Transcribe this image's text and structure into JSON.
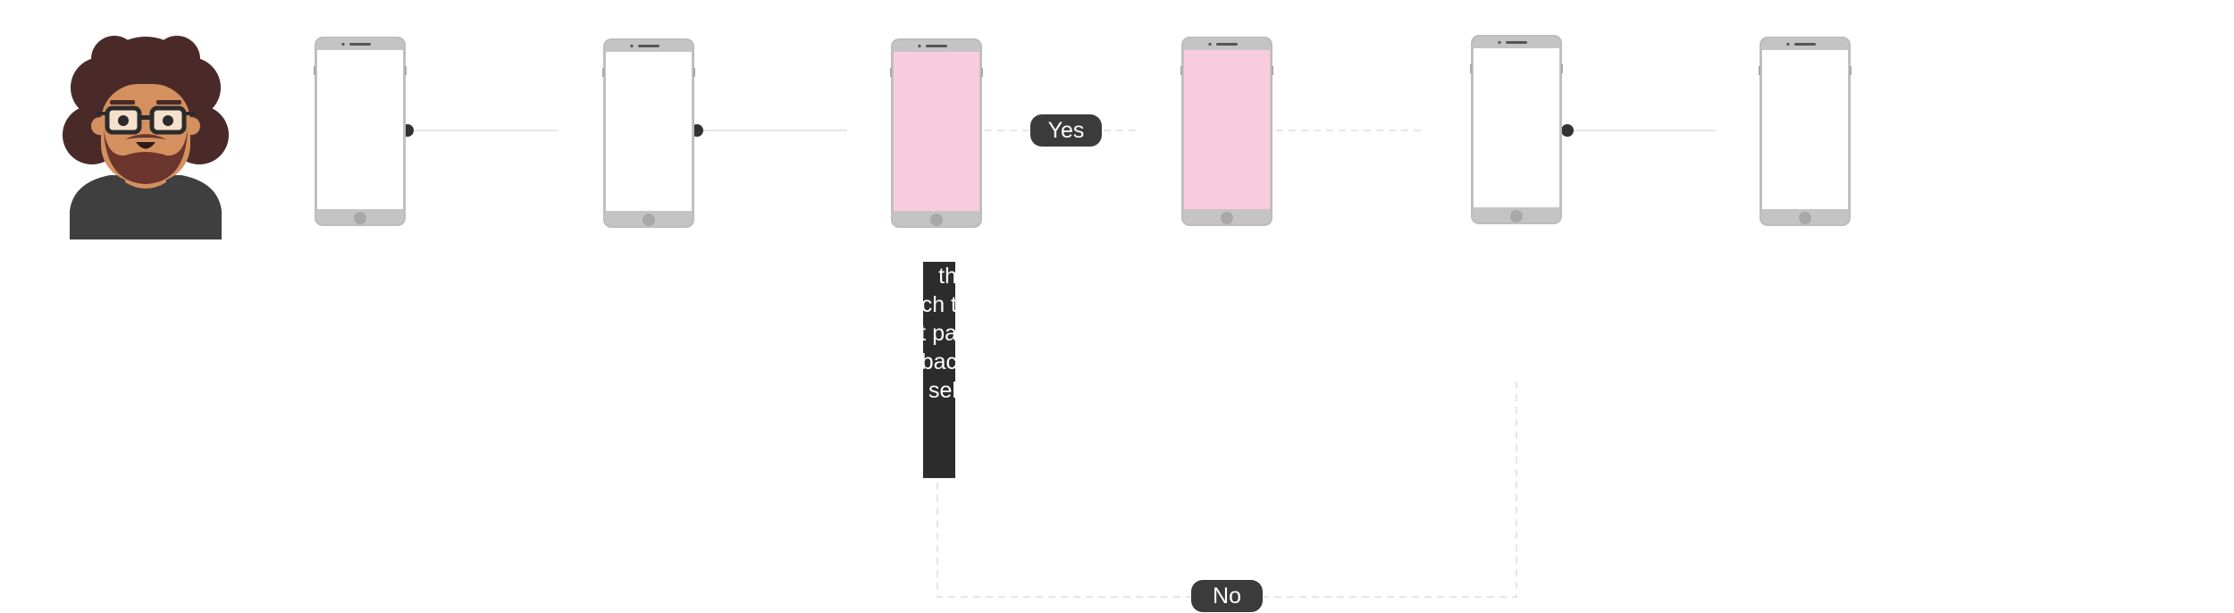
{
  "flow": {
    "persona": {
      "icon": "user-avatar-icon"
    },
    "screens": [
      {
        "name": "screen-1",
        "fill": "#ffffff"
      },
      {
        "name": "screen-2",
        "fill": "#ffffff"
      },
      {
        "name": "screen-3",
        "fill": "#f9ccdd"
      },
      {
        "name": "screen-4",
        "fill": "#f9ccdd"
      },
      {
        "name": "screen-5",
        "fill": "#ffffff"
      },
      {
        "name": "screen-6",
        "fill": "#ffffff"
      }
    ],
    "yes_label": "Yes",
    "no_label": "No",
    "tooltip_lines": [
      "th",
      "ch t",
      "t pa",
      "",
      "bac",
      "sel"
    ]
  },
  "colors": {
    "badge": "#3b3b3b",
    "tooltip": "#2c2c2c",
    "phone_frame": "#bdbdbd",
    "highlight_screen": "#f9ccdd",
    "connector": "#e6e6e6"
  }
}
